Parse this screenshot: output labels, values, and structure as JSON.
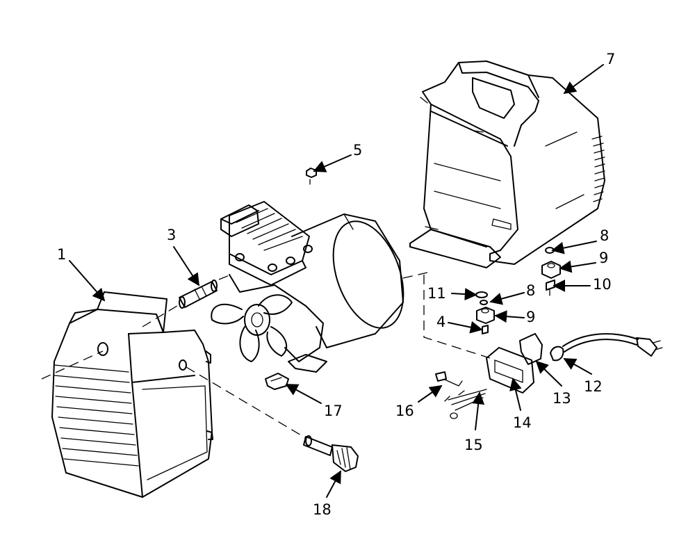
{
  "callouts": [
    {
      "id": "1",
      "text": "1"
    },
    {
      "id": "3",
      "text": "3"
    },
    {
      "id": "4",
      "text": "4"
    },
    {
      "id": "5",
      "text": "5"
    },
    {
      "id": "7",
      "text": "7"
    },
    {
      "id": "8a",
      "text": "8"
    },
    {
      "id": "8b",
      "text": "8"
    },
    {
      "id": "9a",
      "text": "9"
    },
    {
      "id": "9b",
      "text": "9"
    },
    {
      "id": "10",
      "text": "10"
    },
    {
      "id": "11",
      "text": "11"
    },
    {
      "id": "12",
      "text": "12"
    },
    {
      "id": "13",
      "text": "13"
    },
    {
      "id": "14",
      "text": "14"
    },
    {
      "id": "15",
      "text": "15"
    },
    {
      "id": "16",
      "text": "16"
    },
    {
      "id": "17",
      "text": "17"
    },
    {
      "id": "18",
      "text": "18"
    }
  ],
  "colors": {
    "ink": "#000000",
    "paper": "#ffffff"
  }
}
